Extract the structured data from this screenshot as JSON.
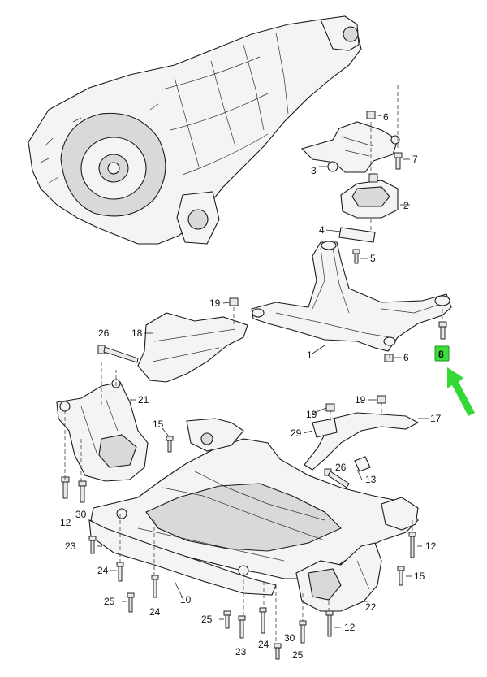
{
  "labels": {
    "l1": "1",
    "l2": "2",
    "l3": "3",
    "l4": "4",
    "l5": "5",
    "l6a": "6",
    "l6b": "6",
    "l7": "7",
    "l10": "10",
    "l12a": "12",
    "l12b": "12",
    "l12c": "12",
    "l13": "13",
    "l15a": "15",
    "l15b": "15",
    "l17": "17",
    "l18": "18",
    "l19a": "19",
    "l19b": "19",
    "l19c": "19",
    "l21": "21",
    "l22": "22",
    "l23a": "23",
    "l23b": "23",
    "l24a": "24",
    "l24b": "24",
    "l24c": "24",
    "l25a": "25",
    "l25b": "25",
    "l25c": "25",
    "l26a": "26",
    "l26b": "26",
    "l29": "29",
    "l30a": "30",
    "l30b": "30"
  },
  "callout": {
    "label": "8",
    "color": "#3cdc3c",
    "arrow_color": "#35d935"
  }
}
